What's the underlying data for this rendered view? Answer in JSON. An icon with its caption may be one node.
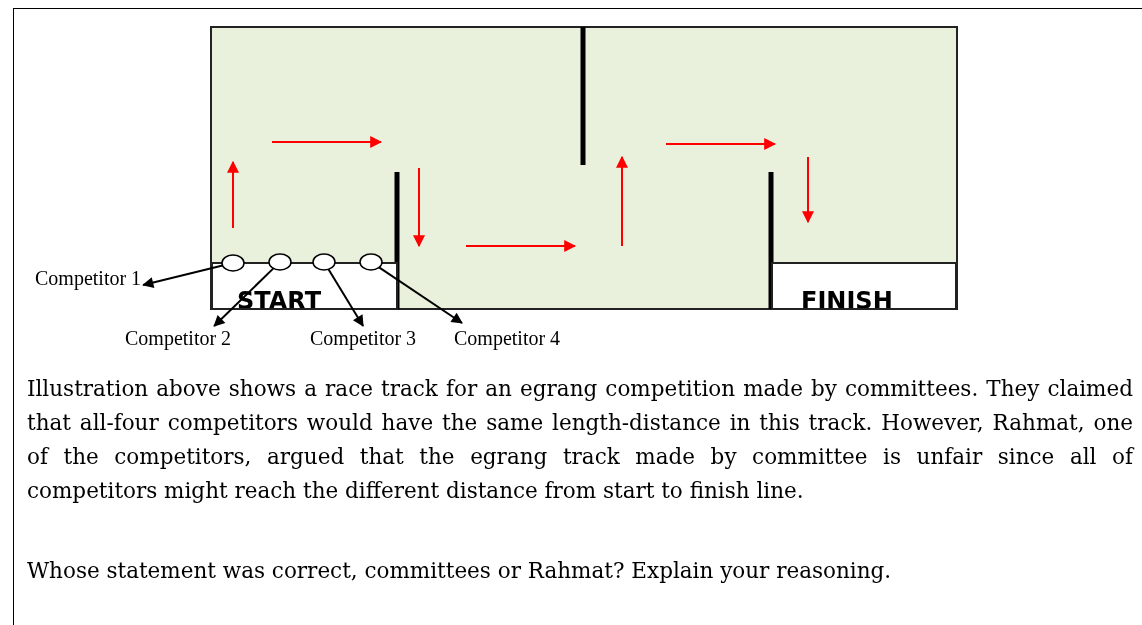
{
  "diagram": {
    "nodes": [
      {
        "text": [
          "START"
        ]
      },
      {
        "text": [
          "FINISH"
        ]
      },
      {
        "text": [],
        "shape": "circle"
      },
      {
        "text": [],
        "shape": "circle"
      },
      {
        "text": [],
        "shape": "circle"
      },
      {
        "text": [],
        "shape": "circle"
      },
      {
        "text": [
          "Competitor 1"
        ]
      },
      {
        "text": [
          "Competitor 2"
        ]
      },
      {
        "text": [
          "Competitor 3"
        ]
      },
      {
        "text": [
          "Competitor 4"
        ]
      }
    ],
    "edges": [
      {
        "from": 2,
        "to": 6,
        "arrow": "to"
      },
      {
        "from": 3,
        "to": 7,
        "arrow": "to"
      },
      {
        "from": 4,
        "to": 8,
        "arrow": "to"
      },
      {
        "from": 5,
        "to": 9,
        "arrow": "to"
      }
    ],
    "labels": [
      "Illustration above shows a race track for an egrang competition made by committees. They claimed that all-four competitors would have the same length-distance in this track. However, Rahmat, one of the competitors, argued that the egrang track made by committee is unfair since all of competitors might reach the different distance from start to finish line.",
      "Whose statement was correct, committees or Rahmat? Explain your reasoning."
    ]
  }
}
